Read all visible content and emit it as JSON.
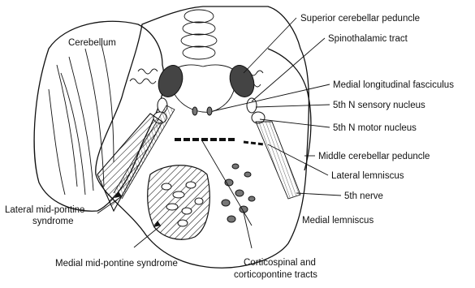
{
  "labels": {
    "cerebellum": "Cerebellum",
    "superior_cerebellar_peduncle": "Superior cerebellar peduncle",
    "spinothalamic_tract": "Spinothalamic tract",
    "medial_longitudinal_fasciculus": "Medial longitudinal fasciculus",
    "sensory_nucleus": "5th N sensory nucleus",
    "motor_nucleus": "5th N motor nucleus",
    "middle_cerebellar_peduncle": "Middle cerebellar peduncle",
    "lateral_lemniscus": "Lateral lemniscus",
    "fifth_nerve": "5th nerve",
    "medial_lemniscus": "Medial lemniscus",
    "lateral_syndrome_line1": "Lateral mid-pontine",
    "lateral_syndrome_line2": "syndrome",
    "medial_syndrome": "Medial mid-pontine syndrome",
    "corticospinal_line1": "Corticospinal and",
    "corticospinal_line2": "corticopontine tracts"
  }
}
